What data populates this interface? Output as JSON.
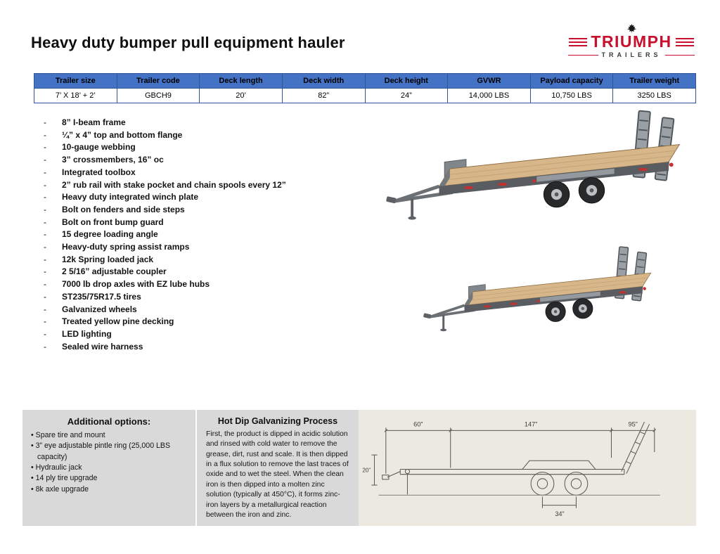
{
  "header": {
    "title": "Heavy duty bumper pull equipment hauler"
  },
  "logo": {
    "brand": "TRIUMPH",
    "subtitle": "TRAILERS"
  },
  "spec_table": {
    "headers": [
      "Trailer size",
      "Trailer code",
      "Deck length",
      "Deck width",
      "Deck height",
      "GVWR",
      "Payload capacity",
      "Trailer weight"
    ],
    "values": [
      "7’ X 18’ + 2’",
      "GBCH9",
      "20’",
      "82”",
      "24”",
      "14,000 LBS",
      "10,750 LBS",
      "3250 LBS"
    ]
  },
  "features": [
    "8” I-beam frame",
    "¼” x 4” top and bottom flange",
    "10-gauge webbing",
    "3” crossmembers, 16” oc",
    "Integrated toolbox",
    "2” rub rail with stake pocket and chain spools every 12”",
    "Heavy duty integrated winch plate",
    "Bolt on fenders and side steps",
    "Bolt on front bump guard",
    "15 degree loading angle",
    "Heavy-duty spring assist ramps",
    "12k Spring loaded jack",
    "2 5/16” adjustable coupler",
    "7000 lb drop axles with EZ lube hubs",
    "ST235/75R17.5 tires",
    "Galvanized wheels",
    "Treated yellow pine decking",
    "LED lighting",
    "Sealed wire harness"
  ],
  "options": {
    "title": "Additional options:",
    "items": [
      "Spare tire and mount",
      "3” eye adjustable pintle ring (25,000 LBS capacity)",
      "Hydraulic jack",
      "14 ply tire upgrade",
      "8k axle upgrade"
    ]
  },
  "galvanizing": {
    "title": "Hot Dip Galvanizing Process",
    "body": "First, the product is dipped in acidic solution and rinsed with cold water to remove the grease, dirt, rust and scale. It is then dipped in a flux solution to remove the last traces of oxide and to wet the steel. When the clean iron is then dipped into a molten zinc solution (typically at 450°C), it forms zinc-iron layers by a metallurgical reaction between the iron and zinc."
  },
  "diagram": {
    "dim_front": "60”",
    "dim_deck": "147”",
    "dim_rear": "95”",
    "dim_height": "20”",
    "dim_axles": "34”"
  },
  "colors": {
    "table_header_bg": "#4472C4",
    "table_border": "#2F5597",
    "panel_bg": "#D9D9D9",
    "drawing_bg": "#ECEAE0",
    "brand_red": "#C8102E"
  }
}
